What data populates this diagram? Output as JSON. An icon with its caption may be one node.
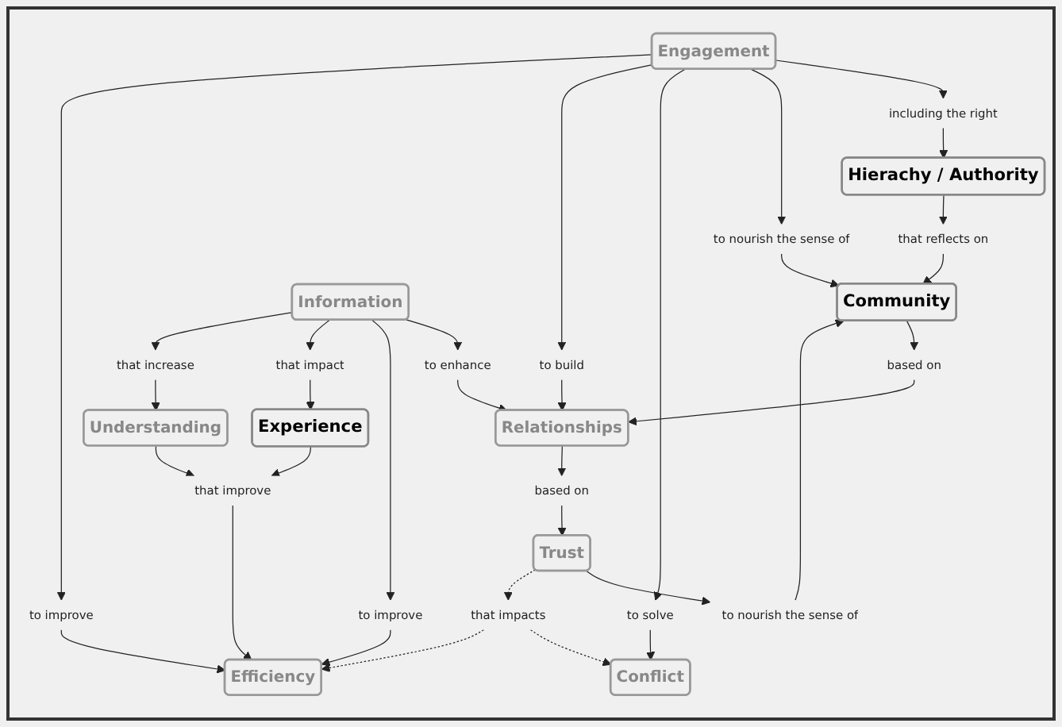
{
  "diagram": {
    "nodes": [
      {
        "text": [
          "Hierachy / Authority"
        ]
      },
      {
        "text": [
          "that reflects on"
        ]
      },
      {
        "text": [
          "including the right"
        ]
      },
      {
        "text": [
          "to nourish the sense of"
        ]
      },
      {
        "text": [
          "Community"
        ]
      },
      {
        "text": [
          "to nourish the sense of"
        ]
      },
      {
        "text": [
          "based on"
        ]
      },
      {
        "text": [
          "Conflict"
        ]
      },
      {
        "text": [
          "to solve"
        ]
      },
      {
        "text": [
          "Engagement"
        ]
      },
      {
        "text": [
          "to build"
        ]
      },
      {
        "text": [
          "Relationships"
        ]
      },
      {
        "text": [
          "based on"
        ]
      },
      {
        "text": [
          "Trust"
        ]
      },
      {
        "text": [
          "to improve"
        ]
      },
      {
        "text": [
          "to enhance"
        ]
      },
      {
        "text": [
          "that impacts"
        ]
      },
      {
        "text": [
          "Efficiency"
        ]
      },
      {
        "text": [
          "to improve"
        ]
      },
      {
        "text": [
          "Information"
        ]
      },
      {
        "text": [
          "that impact"
        ]
      },
      {
        "text": [
          "that increase"
        ]
      },
      {
        "text": [
          "Experience"
        ]
      },
      {
        "text": [
          "Understanding"
        ]
      },
      {
        "text": [
          "that improve"
        ]
      }
    ],
    "edges": [
      {
        "from": 0,
        "to": 1,
        "arrow": "to"
      },
      {
        "from": 1,
        "to": 4,
        "arrow": "to"
      },
      {
        "from": 9,
        "to": 2,
        "arrow": "to"
      },
      {
        "from": 2,
        "to": 0,
        "arrow": "to"
      },
      {
        "from": 9,
        "to": 3,
        "arrow": "to"
      },
      {
        "from": 3,
        "to": 4,
        "arrow": "to"
      },
      {
        "from": 13,
        "to": 5,
        "arrow": "to"
      },
      {
        "from": 5,
        "to": 4,
        "arrow": "to"
      },
      {
        "from": 4,
        "to": 6,
        "arrow": "to"
      },
      {
        "from": 6,
        "to": 11,
        "arrow": "to"
      },
      {
        "from": 9,
        "to": 8,
        "arrow": "to"
      },
      {
        "from": 8,
        "to": 7,
        "arrow": "to"
      },
      {
        "from": 9,
        "to": 10,
        "arrow": "to"
      },
      {
        "from": 10,
        "to": 11,
        "arrow": "to"
      },
      {
        "from": 11,
        "to": 12,
        "arrow": "to"
      },
      {
        "from": 12,
        "to": 13,
        "arrow": "to"
      },
      {
        "from": 9,
        "to": 14,
        "arrow": "to"
      },
      {
        "from": 14,
        "to": 17,
        "arrow": "to"
      },
      {
        "from": 19,
        "to": 15,
        "arrow": "to"
      },
      {
        "from": 15,
        "to": 11,
        "arrow": "to"
      },
      {
        "from": 13,
        "to": 16,
        "arrow": "to",
        "style": "dashed"
      },
      {
        "from": 16,
        "to": 7,
        "arrow": "to",
        "style": "dashed"
      },
      {
        "from": 16,
        "to": 17,
        "arrow": "to",
        "style": "dashed"
      },
      {
        "from": 19,
        "to": 18,
        "arrow": "to"
      },
      {
        "from": 18,
        "to": 17,
        "arrow": "to"
      },
      {
        "from": 19,
        "to": 20,
        "arrow": "to"
      },
      {
        "from": 19,
        "to": 21,
        "arrow": "to"
      },
      {
        "from": 20,
        "to": 22,
        "arrow": "to"
      },
      {
        "from": 21,
        "to": 23,
        "arrow": "to"
      },
      {
        "from": 22,
        "to": 24,
        "arrow": "to"
      },
      {
        "from": 23,
        "to": 24,
        "arrow": "to"
      },
      {
        "from": 24,
        "to": 17,
        "arrow": "to"
      }
    ]
  }
}
